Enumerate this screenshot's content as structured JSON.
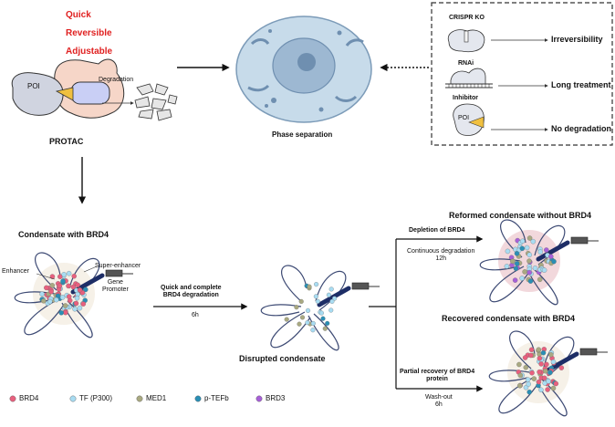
{
  "features": [
    "Quick",
    "Reversible",
    "Adjustable"
  ],
  "protac": {
    "poi_label": "POI",
    "degradation_label": "Degradation",
    "title": "PROTAC"
  },
  "cell": {
    "label": "Phase separation"
  },
  "alternatives": [
    {
      "method": "CRISPR KO",
      "outcome": "Irreversibility"
    },
    {
      "method": "RNAi",
      "outcome": "Long treatment"
    },
    {
      "method": "Inhibitor",
      "poi_label": "POI",
      "outcome": "No degradation"
    }
  ],
  "condensate": {
    "title": "Condensate with BRD4",
    "super_enhancer": "Super-enhancer",
    "enhancer": "Enhancer",
    "gene_promoter": "Gene\nPromoter"
  },
  "step1": {
    "label": "Quick and complete\nBRD4 degradation",
    "time": "6h"
  },
  "disrupted": {
    "title": "Disrupted condensate"
  },
  "branch_top": {
    "label": "Depletion of BRD4",
    "sub": "Continuous degradation\n12h",
    "result": "Reformed condensate without BRD4"
  },
  "branch_bottom": {
    "label": "Partial recovery of BRD4\nprotein",
    "sub": "Wash-out\n6h",
    "result": "Recovered condensate with BRD4"
  },
  "legend": [
    {
      "label": "BRD4",
      "color": "#e8607e"
    },
    {
      "label": "TF (P300)",
      "color": "#a8dcf2"
    },
    {
      "label": "MED1",
      "color": "#a9a981"
    },
    {
      "label": "p-TEFb",
      "color": "#2a8fb5"
    },
    {
      "label": "BRD3",
      "color": "#a760d8"
    }
  ],
  "colors": {
    "cell_fill": "#c7dbea",
    "nucleus_fill": "#9db8d2",
    "poi_fill": "#d0d4e0",
    "e3_fill": "#f6d6c8",
    "warhead": "#f0c040",
    "ligase_core": "#c9cff5"
  }
}
